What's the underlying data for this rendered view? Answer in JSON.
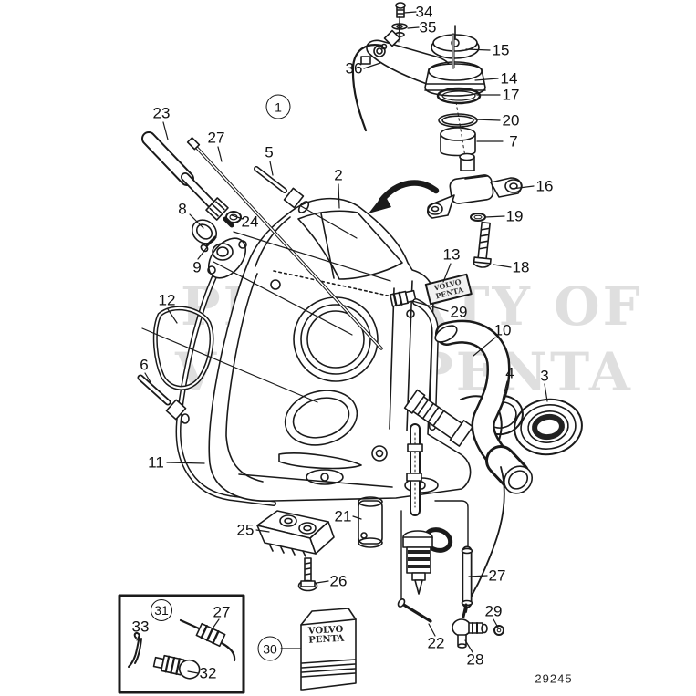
{
  "diagram": {
    "title": "exploded-parts-diagram",
    "part_number": "29245",
    "line_color": "#1a1a1a",
    "watermark_color": "#b9b9b9",
    "watermark": {
      "line1": "PROPERTY OF",
      "line2": "VOLVO PENTA"
    },
    "sticker": {
      "line1": "VOLVO",
      "line2": "PENTA"
    },
    "package": {
      "line1": "VOLVO",
      "line2": "PENTA"
    },
    "callouts": [
      {
        "id": "34",
        "label": "34",
        "type": "plain"
      },
      {
        "id": "35",
        "label": "35",
        "type": "plain"
      },
      {
        "id": "15",
        "label": "15",
        "type": "plain"
      },
      {
        "id": "36",
        "label": "36",
        "type": "plain"
      },
      {
        "id": "14",
        "label": "14",
        "type": "plain"
      },
      {
        "id": "17",
        "label": "17",
        "type": "plain"
      },
      {
        "id": "20",
        "label": "20",
        "type": "plain"
      },
      {
        "id": "7",
        "label": "7",
        "type": "plain"
      },
      {
        "id": "23",
        "label": "23",
        "type": "plain"
      },
      {
        "id": "27-top",
        "label": "27",
        "type": "plain"
      },
      {
        "id": "5",
        "label": "5",
        "type": "plain"
      },
      {
        "id": "1",
        "label": "1",
        "type": "circled"
      },
      {
        "id": "2",
        "label": "2",
        "type": "plain"
      },
      {
        "id": "16",
        "label": "16",
        "type": "plain"
      },
      {
        "id": "8",
        "label": "8",
        "type": "plain"
      },
      {
        "id": "24",
        "label": "24",
        "type": "plain"
      },
      {
        "id": "19",
        "label": "19",
        "type": "plain"
      },
      {
        "id": "9",
        "label": "9",
        "type": "plain"
      },
      {
        "id": "18",
        "label": "18",
        "type": "plain"
      },
      {
        "id": "13",
        "label": "13",
        "type": "plain"
      },
      {
        "id": "29-mid",
        "label": "29",
        "type": "plain"
      },
      {
        "id": "12",
        "label": "12",
        "type": "plain"
      },
      {
        "id": "10",
        "label": "10",
        "type": "plain"
      },
      {
        "id": "4",
        "label": "4",
        "type": "plain"
      },
      {
        "id": "3",
        "label": "3",
        "type": "plain"
      },
      {
        "id": "6",
        "label": "6",
        "type": "plain"
      },
      {
        "id": "11",
        "label": "11",
        "type": "plain"
      },
      {
        "id": "25",
        "label": "25",
        "type": "plain"
      },
      {
        "id": "21",
        "label": "21",
        "type": "plain"
      },
      {
        "id": "26",
        "label": "26",
        "type": "plain"
      },
      {
        "id": "27-right",
        "label": "27",
        "type": "plain"
      },
      {
        "id": "29-right",
        "label": "29",
        "type": "plain"
      },
      {
        "id": "22",
        "label": "22",
        "type": "plain"
      },
      {
        "id": "28",
        "label": "28",
        "type": "plain"
      },
      {
        "id": "30",
        "label": "30",
        "type": "circled"
      },
      {
        "id": "31",
        "label": "31",
        "type": "circled"
      },
      {
        "id": "33",
        "label": "33",
        "type": "plain"
      },
      {
        "id": "27-box",
        "label": "27",
        "type": "plain"
      },
      {
        "id": "32",
        "label": "32",
        "type": "plain"
      }
    ]
  }
}
